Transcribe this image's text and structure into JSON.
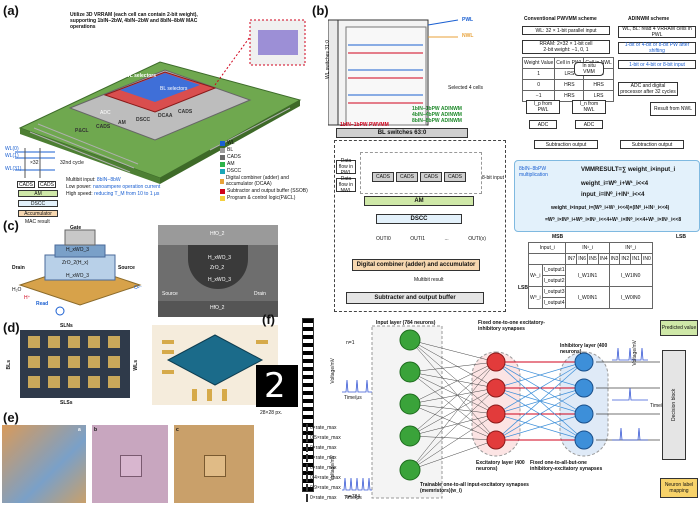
{
  "panels": {
    "a": "(a)",
    "b": "(b)",
    "c": "(c)",
    "d": "(d)",
    "e": "(e)",
    "f": "(f)"
  },
  "a": {
    "header": "Utilize 3D VRRAM (each cell can contain 2-bit weight), supporting 1bIN−2bW, 4bIN−2bW and 8bIN−8bW MAC operations",
    "chip_blocks": [
      "P&CL",
      "CADS",
      "AM",
      "DSCC",
      "DCAA",
      "CADS"
    ],
    "wl_selectors": [
      "WL selectors",
      "WL selectors"
    ],
    "bl_selectors": "BL selectors",
    "adc": "ADC",
    "mac_labels": [
      "WL(0)",
      "WL(1)",
      "WL(31)",
      "32nd cycle",
      "×32",
      "CADS",
      "CADS"
    ],
    "legend": [
      {
        "label": "WL",
        "color": "#1a5fd1"
      },
      {
        "label": "BL",
        "color": "#9b9b9b"
      },
      {
        "label": "CADS",
        "color": "#6b6b6b"
      },
      {
        "label": "AM",
        "color": "#2db34a"
      },
      {
        "label": "DSCC",
        "color": "#1aa7b8"
      },
      {
        "label": "Digital combiner (adder) and accumulator (DCAA)",
        "color": "#e8a23a"
      },
      {
        "label": "Subtractor and output buffer (SSOB)",
        "color": "#d0021b"
      },
      {
        "label": "Program & control logic(P&CL)",
        "color": "#f4d03f"
      }
    ],
    "flow": {
      "am": "AM",
      "dscc": "DSCC",
      "acc": "Accumulator",
      "result": "MAC result"
    },
    "notes": [
      {
        "k": "Multibit input:",
        "v": "8bIN−8bW"
      },
      {
        "k": "Low power:",
        "v": "nanoampere operation current"
      },
      {
        "k": "High speed:",
        "v": "reducing T_M from 10 to 1 μs"
      }
    ]
  },
  "b": {
    "pwl": "PWL",
    "nwl": "NWL",
    "wl_switches": "WL switches 31:0",
    "bl_switches": "BL switches 63:0",
    "selected_cells": "Selected 4 cells",
    "pwvmm": "1bIN−1bPW PWVMM",
    "adinwm": "1bIN−1bPW ADINWM\n4bIN−4bPW ADINWM\n8bIN−8bPW ADINWM",
    "data_flow": [
      "Data flow in PWL",
      "Data flow in NWL"
    ],
    "cads": [
      "CADS",
      "CADS",
      "CADS",
      "CADS"
    ],
    "input_adc": "8-bit input",
    "am": "AM",
    "dscc": "DSCC",
    "outs": [
      "OUTI0",
      "OUTI1",
      "...",
      "OUTI(x)"
    ],
    "combiner": "Digital combiner (adder) and accumulator",
    "multibit": "Multibit result",
    "subtractor": "Subtracter and output buffer",
    "conv": {
      "title": "Conventional PWVMM scheme",
      "wl": "WL: 32 × 1-bit parallel input",
      "rram": "RRAM: 2×32 × 1-bit cell\n2-bit weight: −1, 0, 1",
      "headers": [
        "Weight Value",
        "Cell in PWL",
        "Cell in NWL"
      ],
      "rows": [
        [
          "1",
          "LRS",
          "HRS"
        ],
        [
          "0",
          "HRS",
          "HRS"
        ],
        [
          "−1",
          "HRS",
          "LRS"
        ]
      ],
      "insitu": "In situ\nVMM",
      "ip": "I_p from\nPWL",
      "in": "I_n from\nNWL",
      "adc": "ADC",
      "sub": "Subtraction output"
    },
    "adin": {
      "title": "ADINWM scheme",
      "wl": "WL, BL: read 4 VRRAM cells in PWL",
      "inp1": "1-bit or 4-bit or 8-bit PW after shifting",
      "inp2": "1-bit or 4-bit or 8-bit input",
      "adc": "ADC and digital processor after 32 cycles",
      "nwl": "Result from NWL",
      "sub": "Subtraction output"
    },
    "eq": {
      "label": "8bIN−8bPW multiplication",
      "l1": "VMMRESULT=∑ weight_i×input_i",
      "l2": "weight_i=W⁰_i+W¹_i<<4",
      "l3": "input_i=IN⁰_i+IN¹_i<<4",
      "l4": "weight_i×input_i=(W⁰_i+W¹_i<<4)×(IN⁰_i+IN¹_i<<4)",
      "l5": "=W⁰_i×IN⁰_i+W⁰_i×IN¹_i<<4+W¹_i×IN⁰_i<<4+W¹_i×IN¹_i<<8"
    },
    "table": {
      "msb": "MSB",
      "lsb": "LSB",
      "input": "Input_i",
      "in1": "IN¹_i",
      "in0": "IN⁰_i",
      "cols": [
        "IN7",
        "IN6",
        "IN5",
        "IN4",
        "IN3",
        "IN2",
        "IN1",
        "IN0"
      ],
      "w1": "W¹_i",
      "w0": "W⁰_i",
      "cells": [
        "I_output1",
        "I_output2",
        "I_output3",
        "I_output4"
      ],
      "sums": [
        "I_W1IN1",
        "I_W1IN0",
        "I_W0IN1",
        "I_W0IN0"
      ],
      "lsb_side": "LSB"
    }
  },
  "c": {
    "gate": "Gate",
    "drain": "Drain",
    "source": "Source",
    "read": "Read",
    "layers": [
      "H_xWO_3",
      "ZrO_2(H_x)",
      "H_xWO_3"
    ],
    "ions": [
      "H₂O",
      "H⁺",
      "O²⁻"
    ],
    "tem": [
      "HfO_2",
      "H_xWO_3",
      "ZrO_2",
      "H_xWO_3",
      "HfO_2"
    ],
    "tem_sd": [
      "Source",
      "Drain"
    ]
  },
  "d": {
    "sln": "SLNs",
    "sls": "SLSs",
    "bls": "BLs",
    "wls": "WLs"
  },
  "e": {
    "sub": [
      "a",
      "b",
      "c"
    ]
  },
  "f": {
    "mnist": "28×28 px.",
    "n1": "n=1",
    "n784": "n=784",
    "rates": [
      "0×rate_max",
      "0.5×rate_max",
      "0×rate_max",
      "1×rate_max",
      "0×rate_max",
      "0.4×rate_max",
      "0.9×rate_max",
      "0×rate_max"
    ],
    "input_layer": "Input layer (784 neurons)",
    "fixed_one": "Fixed one-to-one excitatory-inhibitory synapses",
    "inhib": "Inhibitory layer (400 neurons)",
    "excit": "Excitatory layer (400 neurons)",
    "fixed_all": "Fixed one-to-all-but-one inhibitory-excitatory synapses",
    "trainable": "Trainable one-to-all input-excitatory synapses (memristors)(w_i)",
    "voltage": "Voltage/mV",
    "time": "Time/μs",
    "decision": "Decision block",
    "predicted": "Predicted value",
    "neuron_label": "Neuron label mapping"
  }
}
